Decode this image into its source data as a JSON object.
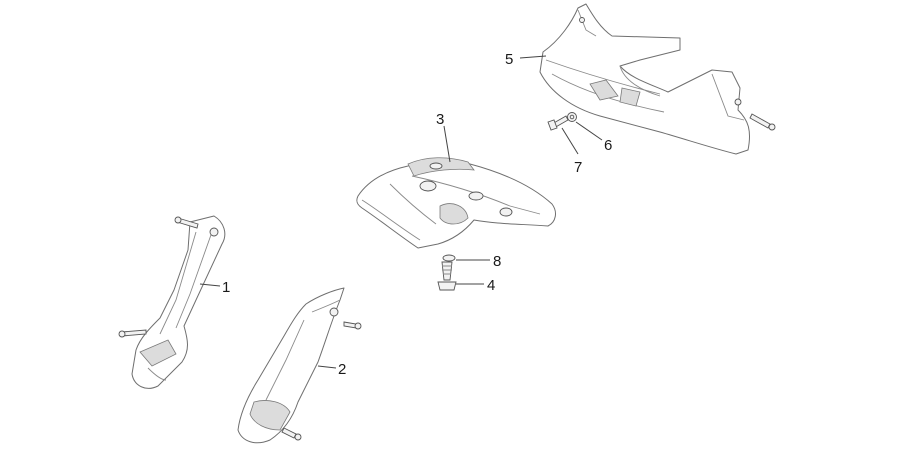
{
  "diagram": {
    "callouts": [
      {
        "id": "1",
        "label": "1"
      },
      {
        "id": "2",
        "label": "2"
      },
      {
        "id": "3",
        "label": "3"
      },
      {
        "id": "4",
        "label": "4"
      },
      {
        "id": "5",
        "label": "5"
      },
      {
        "id": "6",
        "label": "6"
      },
      {
        "id": "7",
        "label": "7"
      },
      {
        "id": "8",
        "label": "8"
      }
    ],
    "colors": {
      "line": "#6f6f6f",
      "text": "#1a1a1a",
      "shade": "#dcdcdc",
      "background": "#ffffff"
    }
  }
}
